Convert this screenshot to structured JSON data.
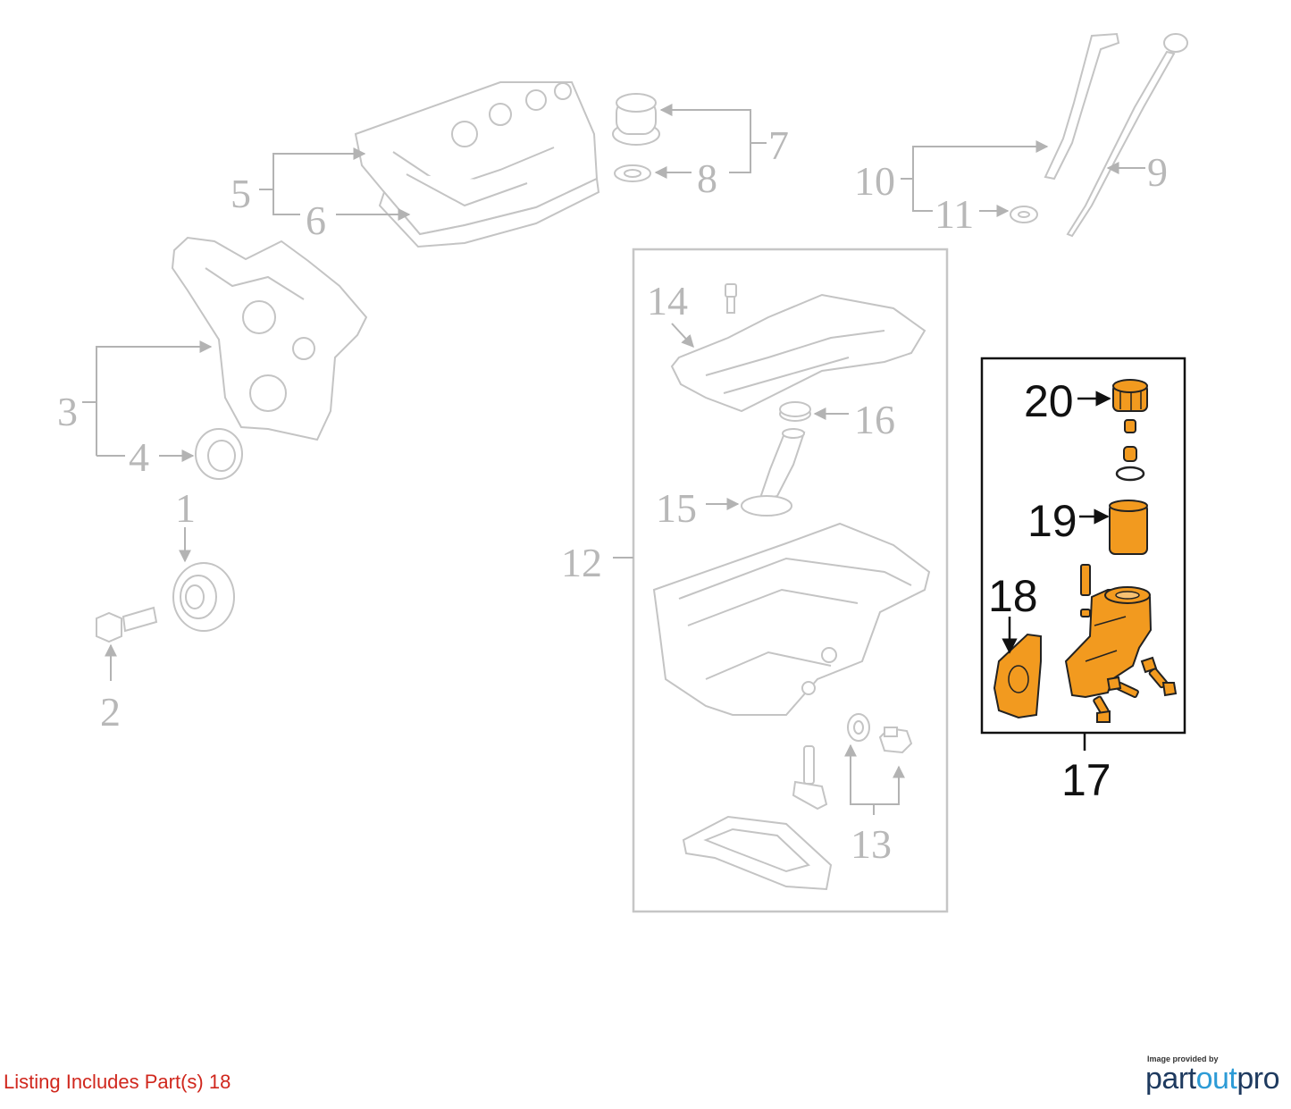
{
  "callouts": {
    "c1": "1",
    "c2": "2",
    "c3": "3",
    "c4": "4",
    "c5": "5",
    "c6": "6",
    "c7": "7",
    "c8": "8",
    "c9": "9",
    "c10": "10",
    "c11": "11",
    "c12": "12",
    "c13": "13",
    "c14": "14",
    "c15": "15",
    "c16": "16",
    "c17": "17",
    "c18": "18",
    "c19": "19",
    "c20": "20"
  },
  "highlight_color": "#f29a1f",
  "listing": {
    "text": "Listing Includes Part(s) 18"
  },
  "credit": {
    "caption": "Image provided by",
    "brand_part1": "part",
    "brand_part2": "out",
    "brand_part3": "pro"
  }
}
